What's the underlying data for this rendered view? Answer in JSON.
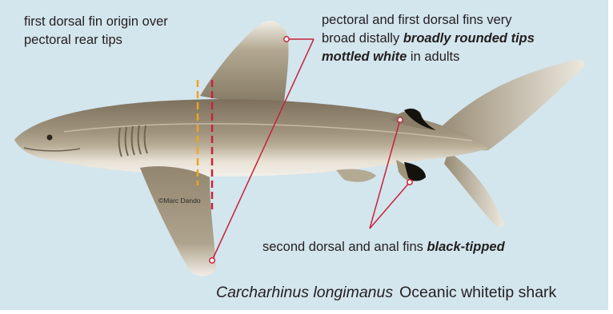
{
  "labels": {
    "first_dorsal_origin": {
      "line1": "first dorsal fin origin over",
      "line2": "pectoral rear tips"
    },
    "pectoral_dorsal": {
      "line1": "pectoral and first dorsal fins very",
      "line2_plain": "broad distally ",
      "line2_emph": "broadly rounded tips",
      "line3_emph": "mottled white",
      "line3_plain": " in adults"
    },
    "second_dorsal_anal": {
      "plain": "second dorsal and anal fins ",
      "emph": "black-tipped"
    }
  },
  "species": {
    "scientific_name": "Carcharhinus longimanus",
    "common_name": "Oceanic whitetip shark"
  },
  "credit": "©Marc Dando",
  "colors": {
    "background": "#d3e5ed",
    "leader_lines": "#c8223a",
    "dorsal_origin_guide": "#efa421",
    "pectoral_tip_guide": "#c8223a",
    "text": "#231f20"
  }
}
